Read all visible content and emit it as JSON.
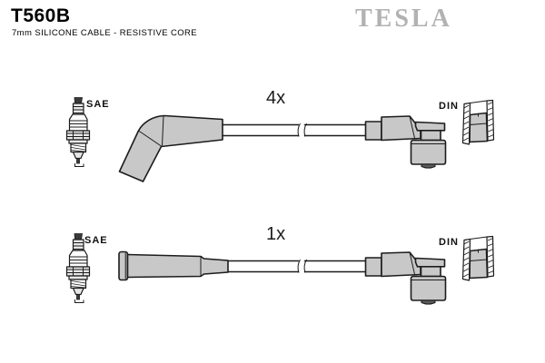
{
  "header": {
    "part_number": "T560B",
    "subtitle": "7mm SILICONE CABLE - RESISTIVE CORE",
    "brand_logo": "TESLA"
  },
  "diagram": {
    "rows": [
      {
        "quantity": "4x",
        "left_end": "SAE",
        "right_end": "DIN",
        "boot_style": "angled-elbow-boot",
        "icons": [
          "spark-plug-icon",
          "din-terminal-icon"
        ]
      },
      {
        "quantity": "1x",
        "left_end": "SAE",
        "right_end": "DIN",
        "boot_style": "straight-boot",
        "icons": [
          "spark-plug-icon",
          "din-terminal-icon"
        ]
      }
    ]
  },
  "colors": {
    "background": "#ffffff",
    "outline": "#1c1c1c",
    "boot_fill": "#c8c8c8",
    "logo_gray": "#b2b2b2",
    "text": "#000000"
  }
}
